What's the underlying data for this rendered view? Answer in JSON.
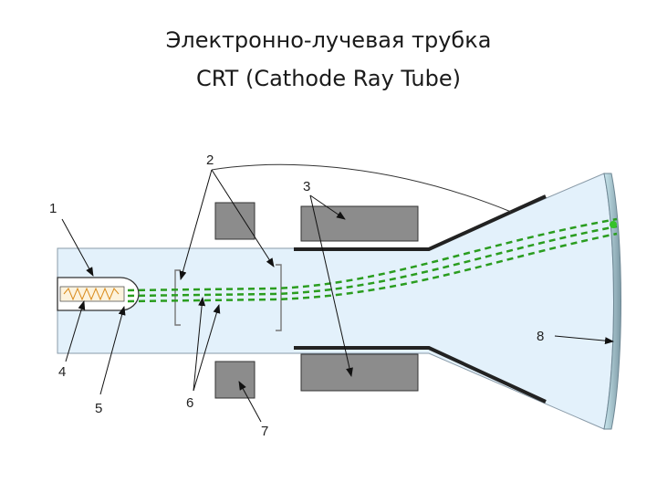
{
  "title": {
    "line1": "Электронно-лучевая трубка",
    "line2": "CRT (Cathode Ray Tube)"
  },
  "labels": {
    "n1": "1",
    "n2": "2",
    "n3": "3",
    "n4": "4",
    "n5": "5",
    "n6": "6",
    "n7": "7",
    "n8": "8"
  },
  "colors": {
    "tube_fill": "#e3f1fb",
    "tube_outline": "#8a9ba8",
    "plate_fill": "#8c8c8c",
    "beam": "#2a9d1f",
    "screen": "#6e8794",
    "filament": "#d98a1a"
  }
}
